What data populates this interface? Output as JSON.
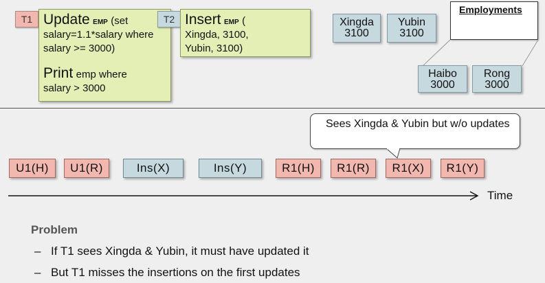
{
  "t1": {
    "tag": "T1",
    "keyword": "Update",
    "table": "emp",
    "tail": "(set",
    "lines": [
      "salary=1.1*salary where",
      "salary >= 3000)"
    ],
    "print_keyword": "Print",
    "print_rest": "emp where",
    "print_line2": "salary > 3000"
  },
  "t2": {
    "tag": "T2",
    "keyword": "Insert",
    "table": "emp",
    "tail": "(",
    "lines": [
      "Xingda, 3100,",
      "Yubin, 3100)"
    ]
  },
  "tuples": [
    {
      "name": "Xingda",
      "value": "3100"
    },
    {
      "name": "Yubin",
      "value": "3100"
    },
    {
      "name": "Haibo",
      "value": "3000"
    },
    {
      "name": "Rong",
      "value": "3000"
    }
  ],
  "employments_label": "Employments",
  "callout": "Sees Xingda & Yubin but w/o updates",
  "schedule": [
    "U1(H)",
    "U1(R)",
    "Ins(X)",
    "Ins(Y)",
    "R1(H)",
    "R1(R)",
    "R1(X)",
    "R1(Y)"
  ],
  "time_label": "Time",
  "problem": {
    "title": "Problem",
    "bullets": [
      "If T1 sees Xingda & Yubin, it must have updated it",
      "But T1 misses the insertions on the first updates"
    ],
    "dash": "–"
  },
  "colors": {
    "read_update_op": "#f2b8b0",
    "insert_op": "#c5d9df",
    "statement_box": "#e4efb5"
  }
}
